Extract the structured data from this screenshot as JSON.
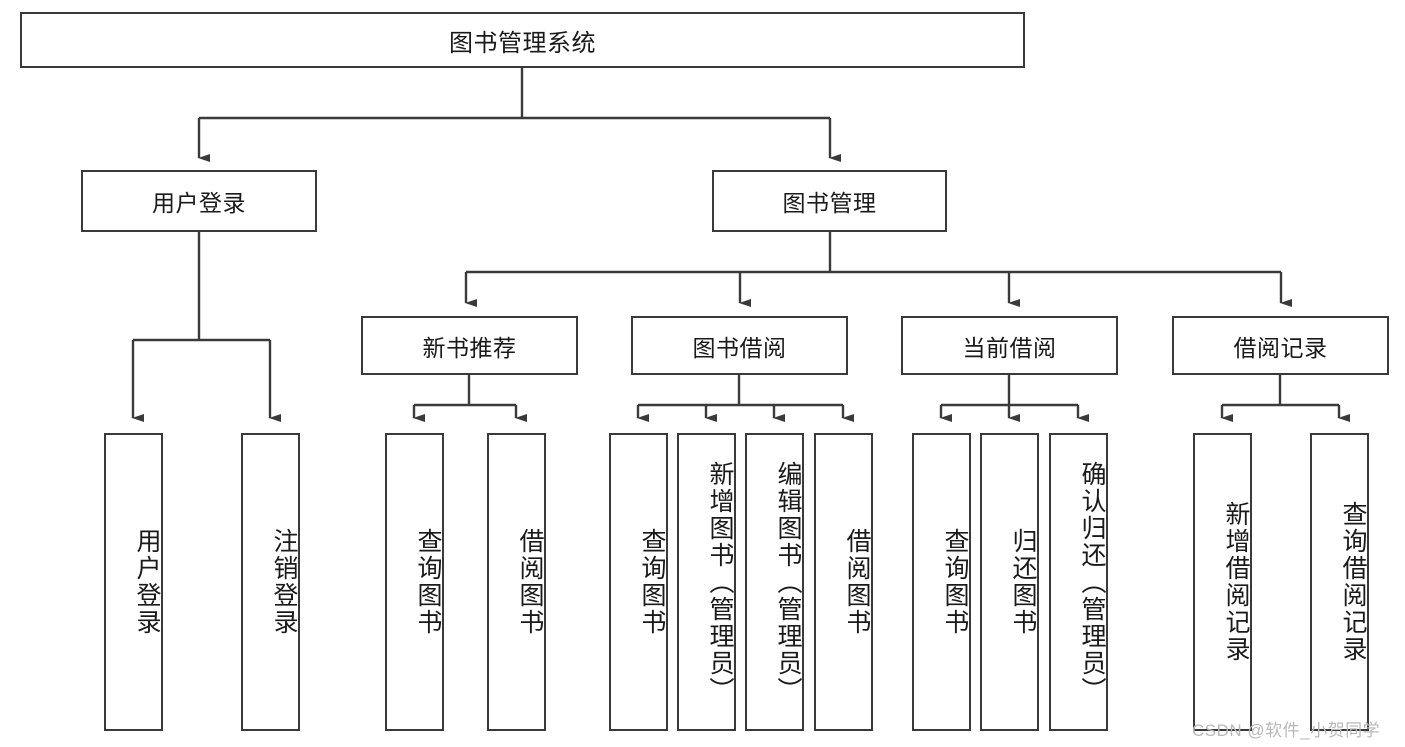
{
  "diagram": {
    "title": "图书管理系统",
    "orientation": "top-down-tree",
    "watermark": "CSDN @软件_小贺同学",
    "colors": {
      "box_border": "#3a3a3a",
      "box_fill": "#ffffff",
      "connector": "#3a3a3a",
      "text": "#1a1a1a",
      "watermark": "#b9b9b9"
    },
    "nodes": {
      "root": {
        "label": "图书管理系统",
        "level": 1
      },
      "l2": [
        {
          "id": "user-login",
          "label": "用户登录",
          "level": 2
        },
        {
          "id": "book-manage",
          "label": "图书管理",
          "level": 2
        }
      ],
      "l3": [
        {
          "id": "new-book-recommend",
          "label": "新书推荐",
          "level": 3,
          "parent": "book-manage"
        },
        {
          "id": "book-borrow",
          "label": "图书借阅",
          "level": 3,
          "parent": "book-manage"
        },
        {
          "id": "current-borrow",
          "label": "当前借阅",
          "level": 3,
          "parent": "book-manage"
        },
        {
          "id": "borrow-record",
          "label": "借阅记录",
          "level": 3,
          "parent": "book-manage"
        }
      ],
      "leaves": [
        {
          "id": "leaf-user-login",
          "label": "用户登录",
          "parent": "user-login"
        },
        {
          "id": "leaf-logout-login",
          "label": "注销登录",
          "parent": "user-login"
        },
        {
          "id": "leaf-query-book-1",
          "label": "查询图书",
          "parent": "new-book-recommend"
        },
        {
          "id": "leaf-borrow-book-1",
          "label": "借阅图书",
          "parent": "new-book-recommend"
        },
        {
          "id": "leaf-query-book-2",
          "label": "查询图书",
          "parent": "book-borrow"
        },
        {
          "id": "leaf-add-book",
          "label": "新增图书（管理员）",
          "parent": "book-borrow"
        },
        {
          "id": "leaf-edit-book",
          "label": "编辑图书（管理员）",
          "parent": "book-borrow"
        },
        {
          "id": "leaf-borrow-book-2",
          "label": "借阅图书",
          "parent": "book-borrow"
        },
        {
          "id": "leaf-query-book-3",
          "label": "查询图书",
          "parent": "current-borrow"
        },
        {
          "id": "leaf-return-book",
          "label": "归还图书",
          "parent": "current-borrow"
        },
        {
          "id": "leaf-confirm-return",
          "label": "确认归还（管理员）",
          "parent": "current-borrow"
        },
        {
          "id": "leaf-add-record",
          "label": "新增借阅记录",
          "parent": "borrow-record"
        },
        {
          "id": "leaf-query-record",
          "label": "查询借阅记录",
          "parent": "borrow-record"
        }
      ]
    }
  }
}
